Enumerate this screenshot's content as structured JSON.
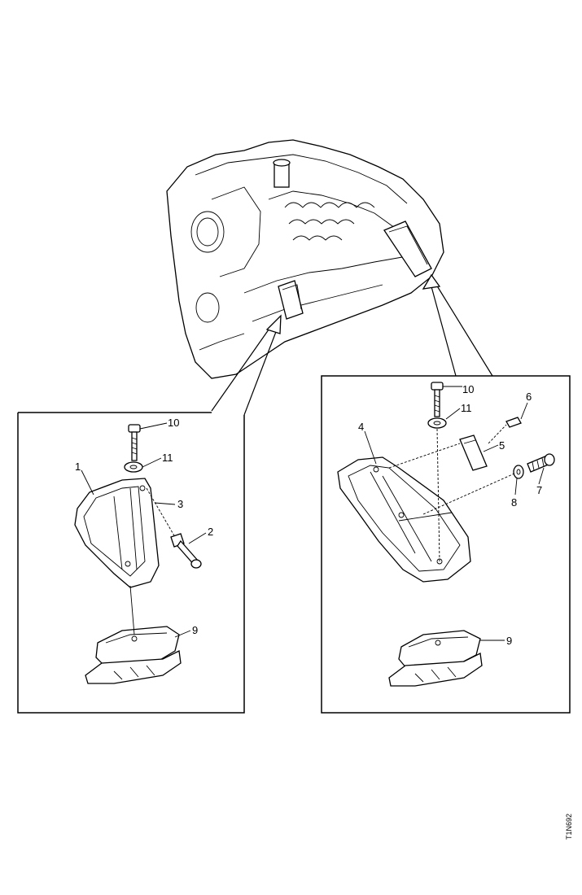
{
  "labels": {
    "left": {
      "l10": "10",
      "l11": "11",
      "l1": "1",
      "l3": "3",
      "l2": "2",
      "l9": "9"
    },
    "right": {
      "l10": "10",
      "l11": "11",
      "l6": "6",
      "l4": "4",
      "l5": "5",
      "l8": "8",
      "l7": "7",
      "l9": "9"
    }
  },
  "reference_code": "T1N692"
}
